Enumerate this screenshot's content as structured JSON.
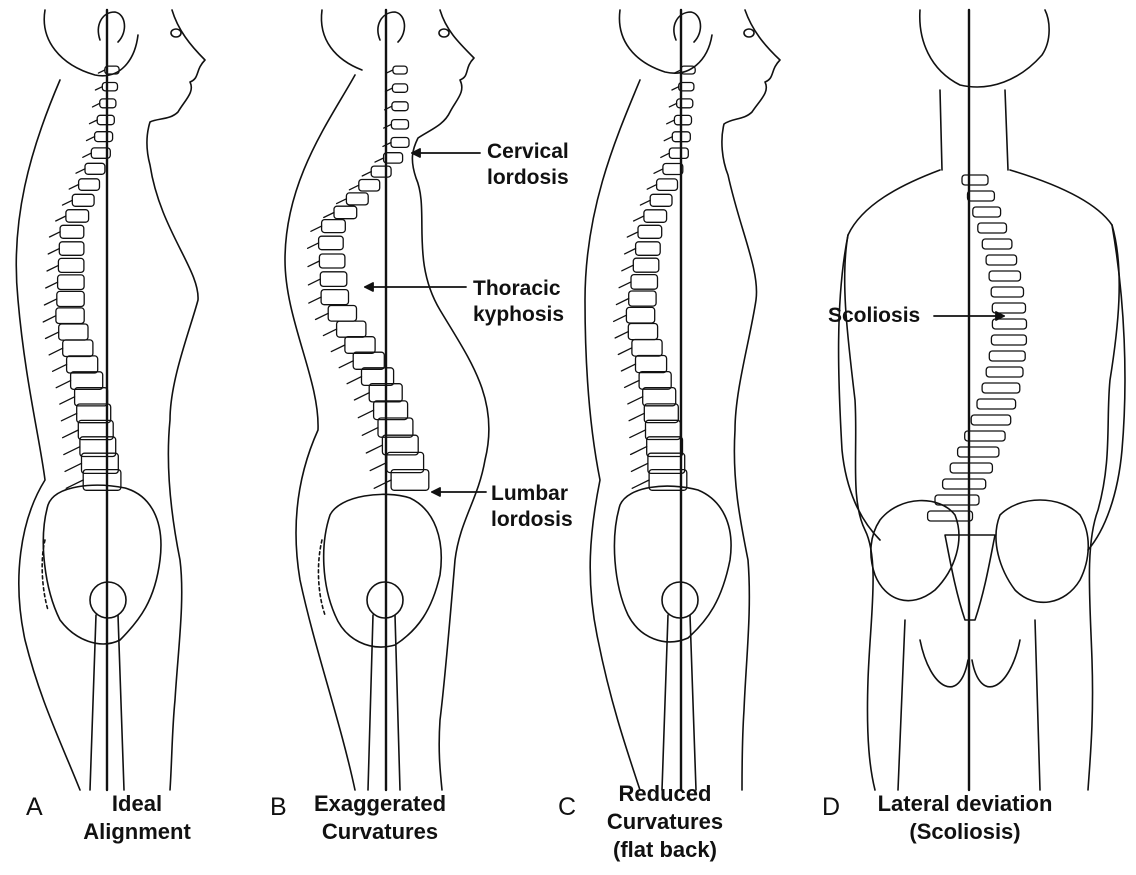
{
  "figure": {
    "panels": [
      {
        "letter": "A",
        "caption_line1": "Ideal",
        "caption_line2": "Alignment",
        "caption_line3": ""
      },
      {
        "letter": "B",
        "caption_line1": "Exaggerated",
        "caption_line2": "Curvatures",
        "caption_line3": ""
      },
      {
        "letter": "C",
        "caption_line1": "Reduced",
        "caption_line2": "Curvatures",
        "caption_line3": "(flat back)"
      },
      {
        "letter": "D",
        "caption_line1": "Lateral deviation",
        "caption_line2": "(Scoliosis)",
        "caption_line3": ""
      }
    ],
    "callouts": {
      "cervical_line1": "Cervical",
      "cervical_line2": "lordosis",
      "thoracic_line1": "Thoracic",
      "thoracic_line2": "kyphosis",
      "lumbar_line1": "Lumbar",
      "lumbar_line2": "lordosis",
      "scoliosis": "Scoliosis"
    },
    "colors": {
      "ink": "#111111",
      "background": "#ffffff"
    }
  }
}
